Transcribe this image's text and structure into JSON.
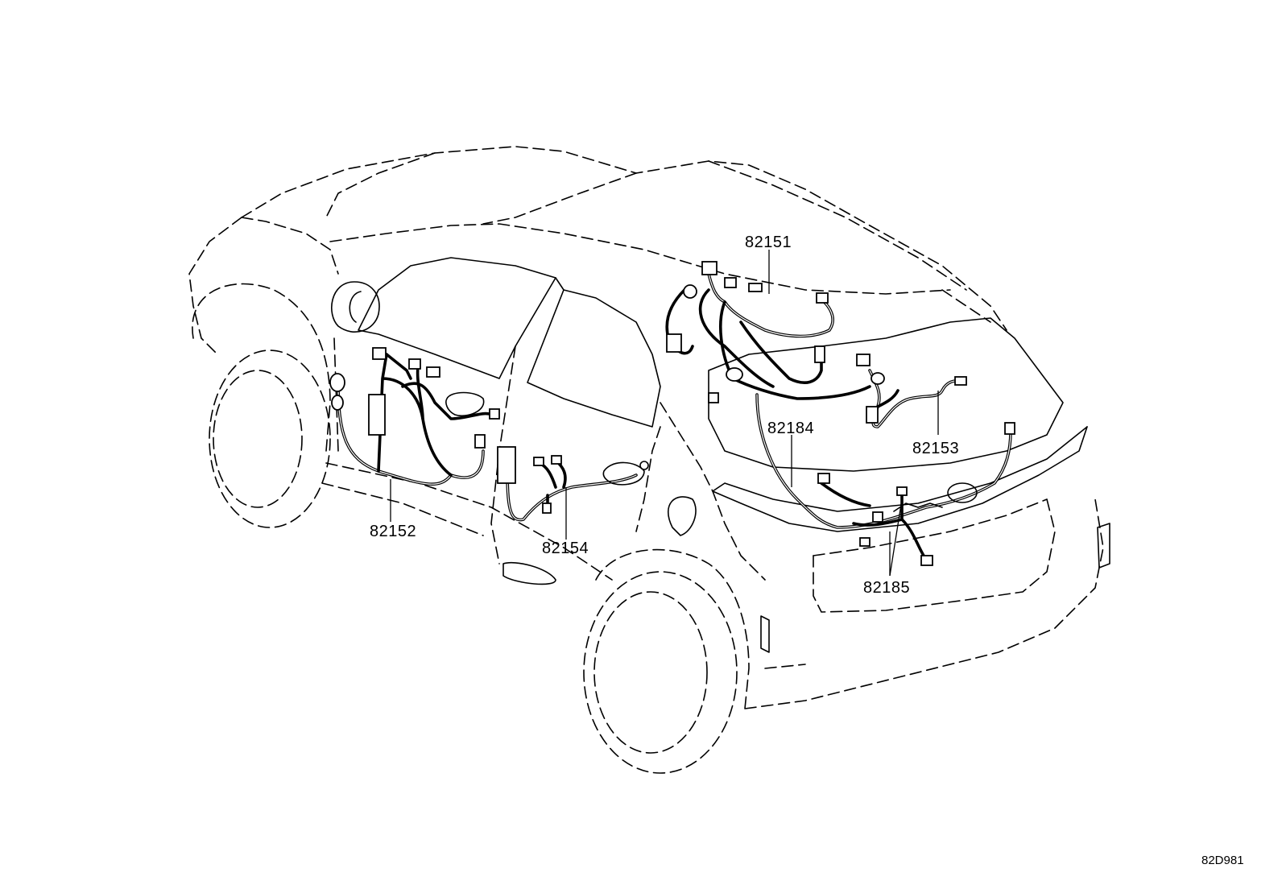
{
  "part_numbers": {
    "p82151": "82151",
    "p82152": "82152",
    "p82153": "82153",
    "p82154": "82154",
    "p82184": "82184",
    "p82185": "82185"
  },
  "figure_ref": "82D981"
}
